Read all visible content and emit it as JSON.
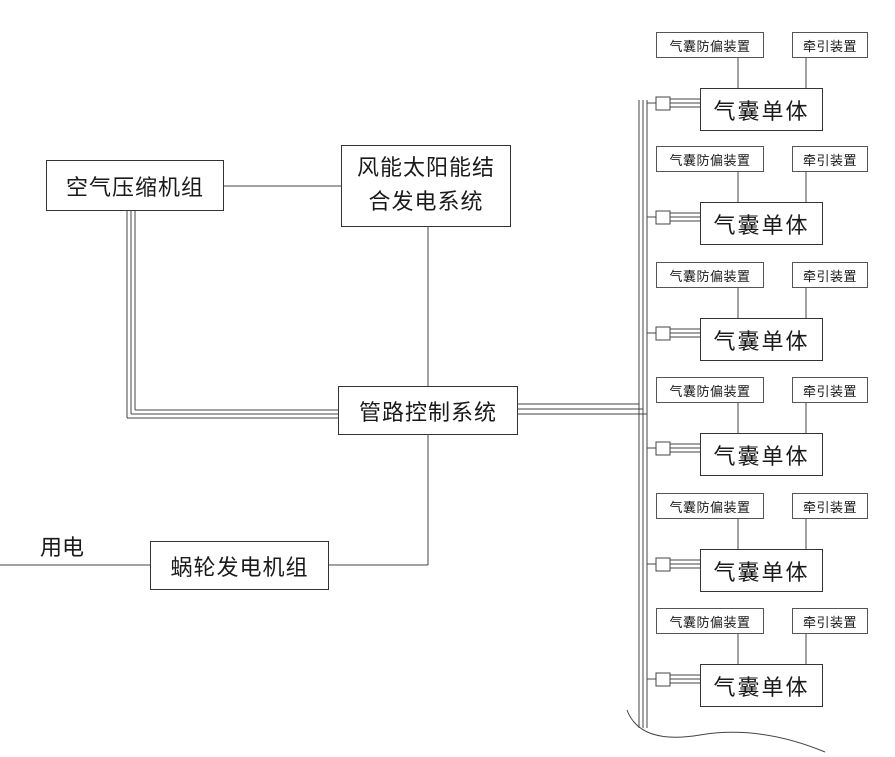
{
  "diagram": {
    "air_compressor": "空气压缩机组",
    "wind_solar": "风能太阳能结\n合发电系统",
    "pipeline_control": "管路控制系统",
    "turbine_generator": "蜗轮发电机组",
    "power_use": "用电",
    "balloon_units": [
      {
        "unit": "气囊单体",
        "anti_drift": "气囊防偏装置",
        "traction": "牵引装置"
      },
      {
        "unit": "气囊单体",
        "anti_drift": "气囊防偏装置",
        "traction": "牵引装置"
      },
      {
        "unit": "气囊单体",
        "anti_drift": "气囊防偏装置",
        "traction": "牵引装置"
      },
      {
        "unit": "气囊单体",
        "anti_drift": "气囊防偏装置",
        "traction": "牵引装置"
      },
      {
        "unit": "气囊单体",
        "anti_drift": "气囊防偏装置",
        "traction": "牵引装置"
      },
      {
        "unit": "气囊单体",
        "anti_drift": "气囊防偏装置",
        "traction": "牵引装置"
      }
    ]
  }
}
